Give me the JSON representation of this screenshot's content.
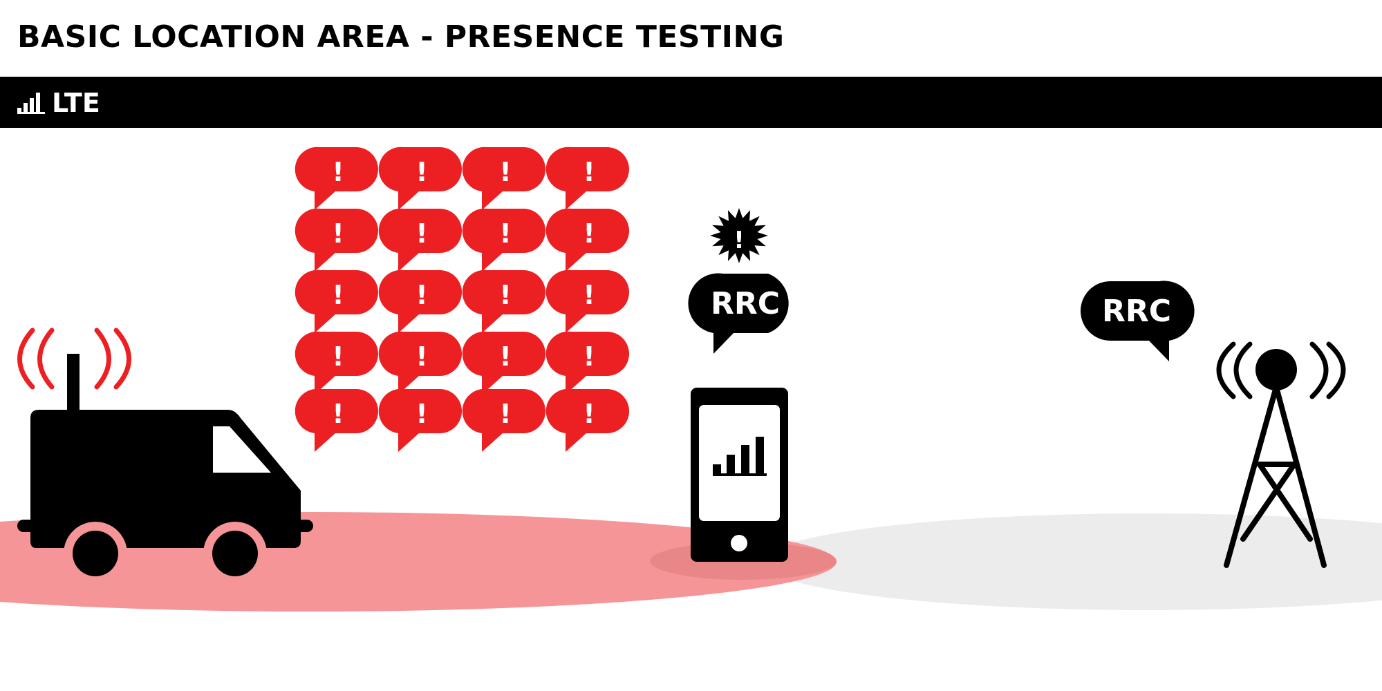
{
  "title": "BASIC LOCATION AREA - PRESENCE TESTING",
  "network_bar": {
    "label": "LTE",
    "icon": "signal-bars-icon"
  },
  "phone_bubble": {
    "text": "RRC"
  },
  "tower_bubble": {
    "text": "RRC"
  },
  "alert_mark": "!",
  "alert_grid": {
    "rows": 5,
    "cols": 4
  },
  "colors": {
    "alert": "#ec1f23",
    "coverage": "#f59597",
    "tower_coverage": "#ececec",
    "ink": "#000000"
  }
}
